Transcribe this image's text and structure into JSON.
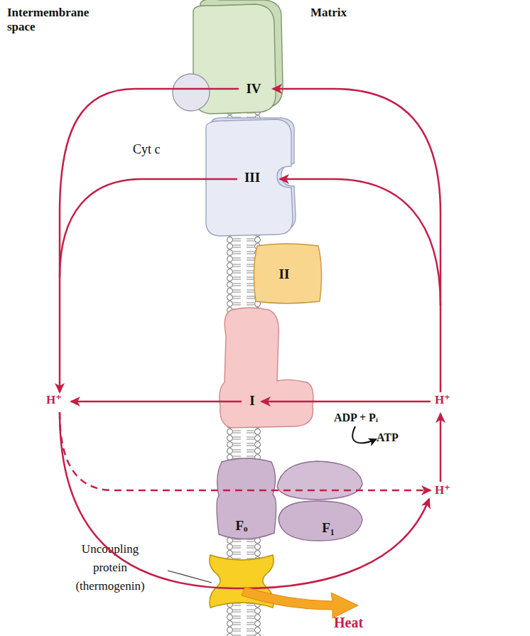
{
  "diagram": {
    "nodes": [
      {
        "text": [
          "IV"
        ]
      },
      {
        "text": [
          "Cyt c"
        ]
      },
      {
        "text": [
          "III"
        ]
      },
      {
        "text": [
          "II"
        ]
      },
      {
        "text": [
          "I"
        ]
      },
      {
        "text": [
          "Fₒ"
        ]
      },
      {
        "text": [
          "F₁"
        ]
      },
      {
        "text": [
          "Uncoupling protein (thermogenin)"
        ]
      }
    ],
    "labels": [
      "Intermembrane space",
      "Matrix",
      "H⁺",
      "H⁺",
      "ADP + Pᵢ",
      "ATP",
      "H⁺",
      "Heat"
    ]
  }
}
